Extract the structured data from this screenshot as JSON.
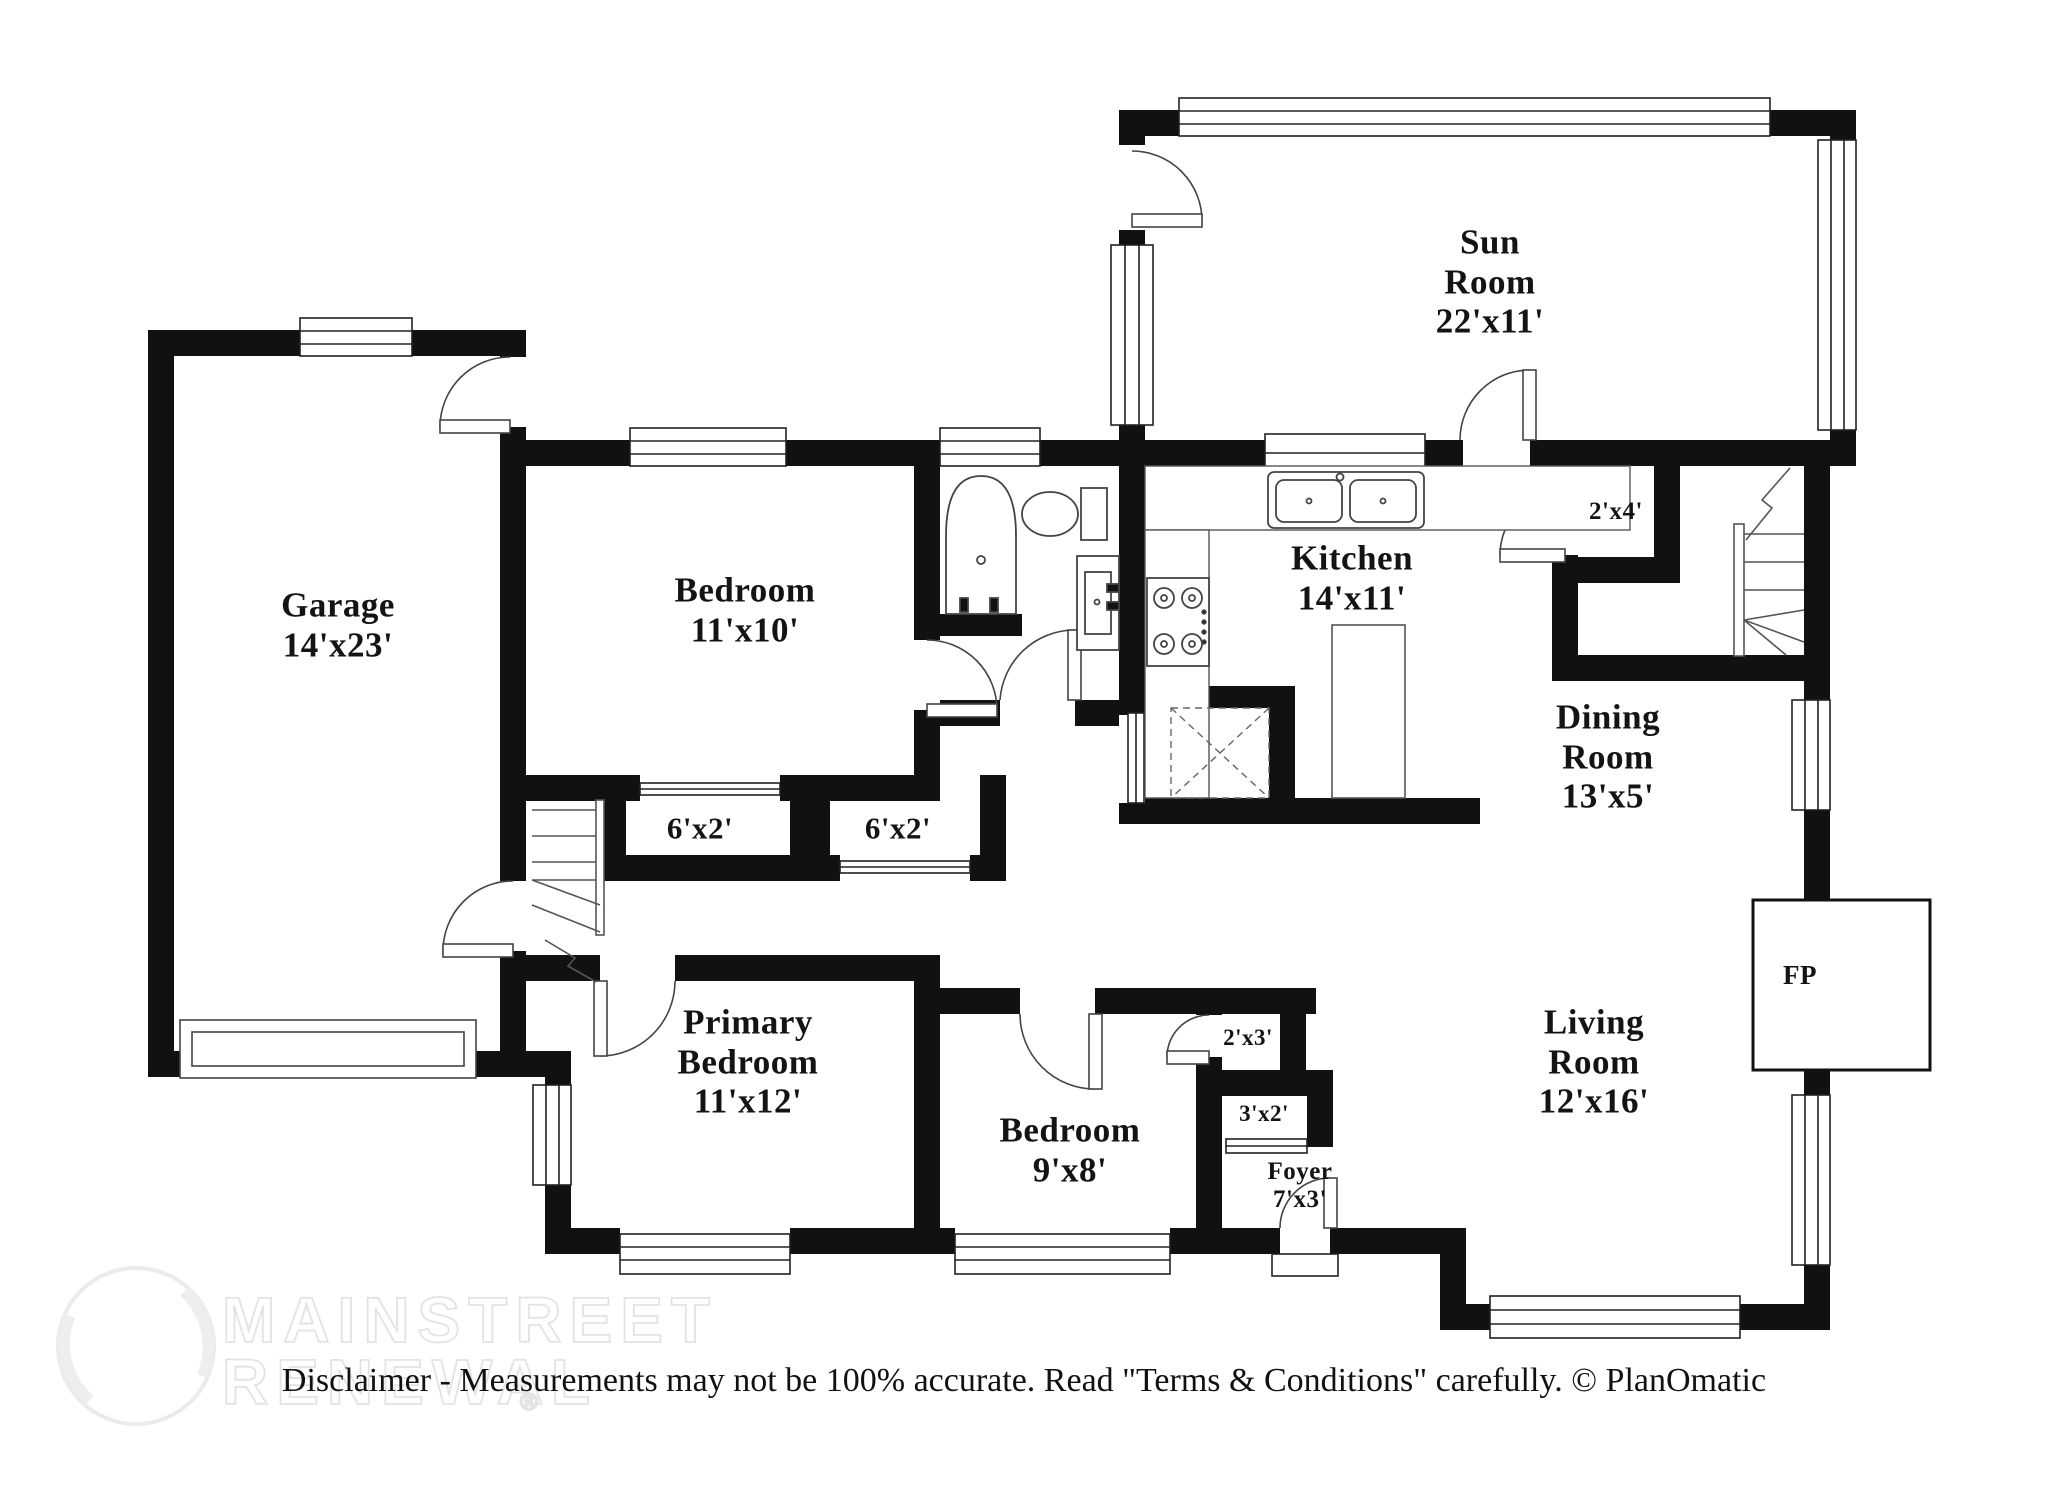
{
  "watermark": {
    "line1": "MAINSTREET",
    "line2": "RENEWAL",
    "registered": "®"
  },
  "footer": {
    "disclaimer": "Disclaimer - Measurements may not be 100% accurate. Read \"Terms & Conditions\" carefully. © PlanOmatic"
  },
  "rooms": {
    "garage": {
      "name": "Garage",
      "dims": "14'x23'"
    },
    "bedroom1": {
      "name": "Bedroom",
      "dims": "11'x10'"
    },
    "sunroom": {
      "line1": "Sun",
      "line2": "Room",
      "dims": "22'x11'"
    },
    "kitchen": {
      "name": "Kitchen",
      "dims": "14'x11'"
    },
    "dining": {
      "line1": "Dining",
      "line2": "Room",
      "dims": "13'x5'"
    },
    "living": {
      "line1": "Living",
      "line2": "Room",
      "dims": "12'x16'"
    },
    "primary": {
      "line1": "Primary",
      "line2": "Bedroom",
      "dims": "11'x12'"
    },
    "bedroom2": {
      "name": "Bedroom",
      "dims": "9'x8'"
    },
    "foyer": {
      "name": "Foyer",
      "dims": "7'x3'"
    }
  },
  "closets": {
    "c2x4": "2'x4'",
    "c6x2a": "6'x2'",
    "c6x2b": "6'x2'",
    "c2x3": "2'x3'",
    "c3x2": "3'x2'"
  },
  "fireplace": {
    "label": "FP"
  }
}
